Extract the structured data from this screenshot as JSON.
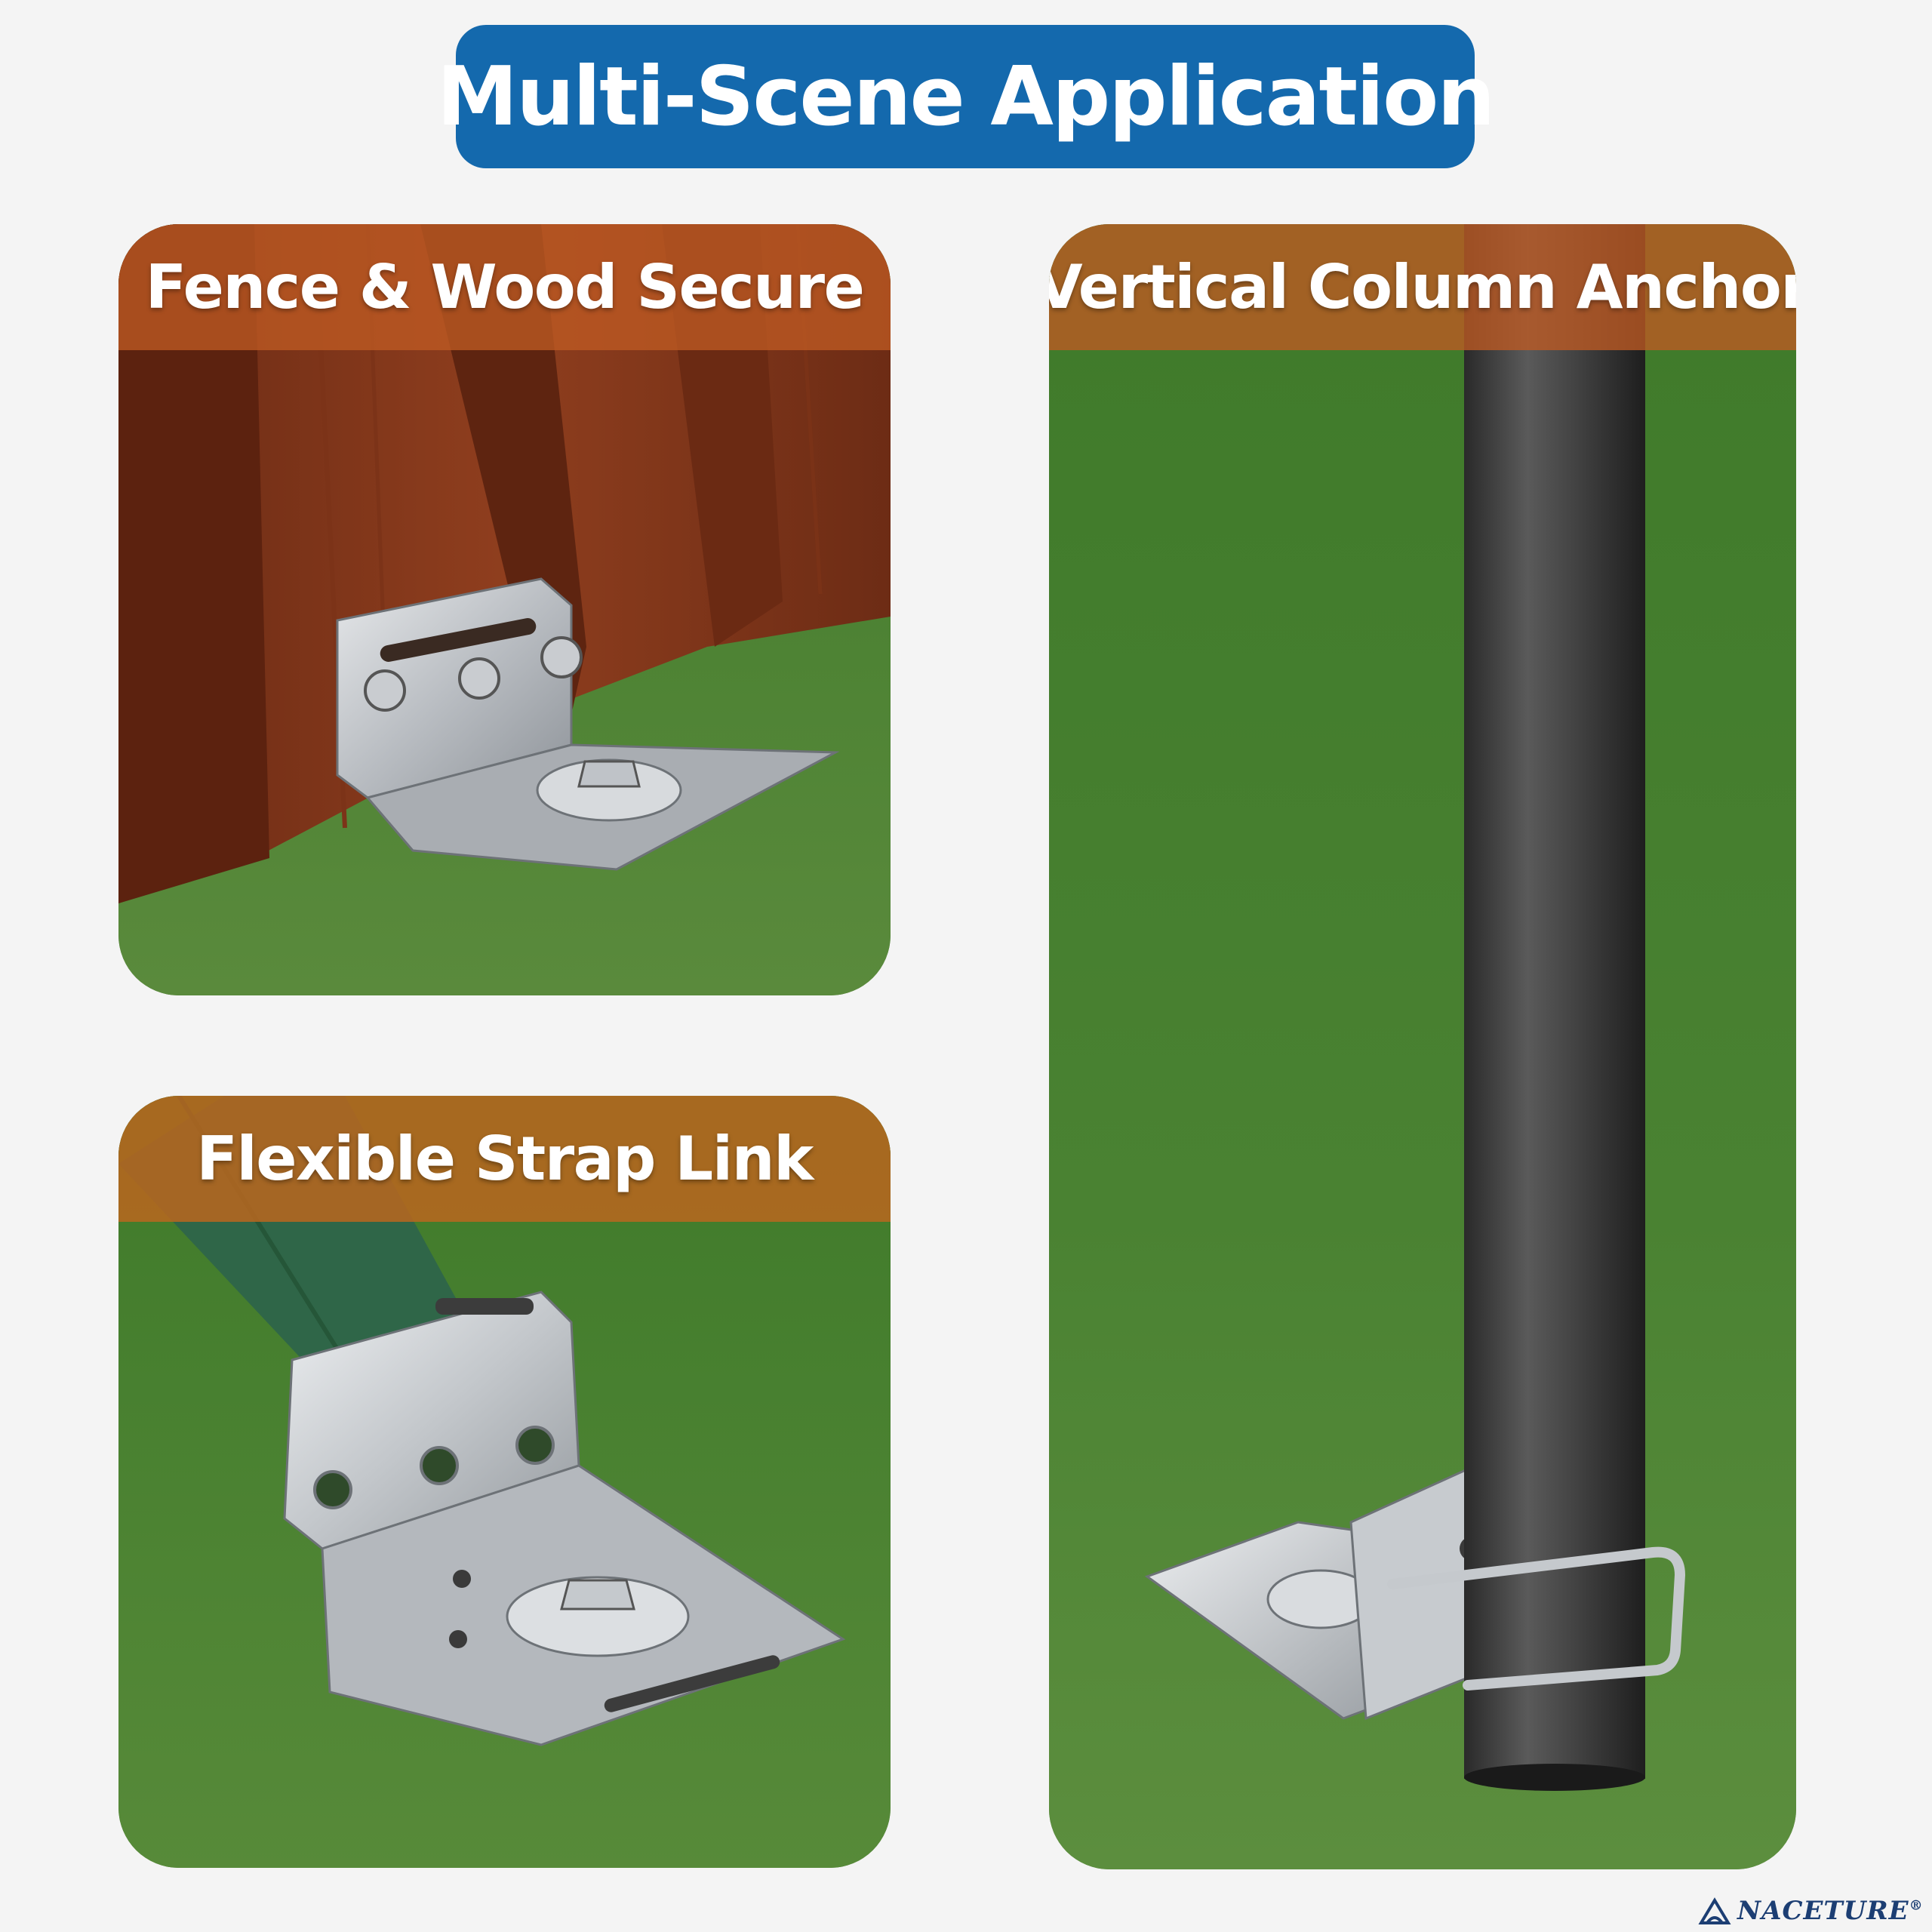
{
  "header": {
    "title": "Multi-Scene Application"
  },
  "panels": {
    "fence": {
      "title": "Fence & Wood Secure"
    },
    "strap": {
      "title": "Flexible Strap Link"
    },
    "column": {
      "title": "Vertical Column Anchor"
    }
  },
  "brand": {
    "name": "NACETURE",
    "mark": "®"
  },
  "colors": {
    "title_bg": "#1469ad",
    "banner": "#be5a23",
    "grass": "#4a7a2e",
    "wood": "#8a3a1c",
    "brand": "#1c3e73"
  }
}
